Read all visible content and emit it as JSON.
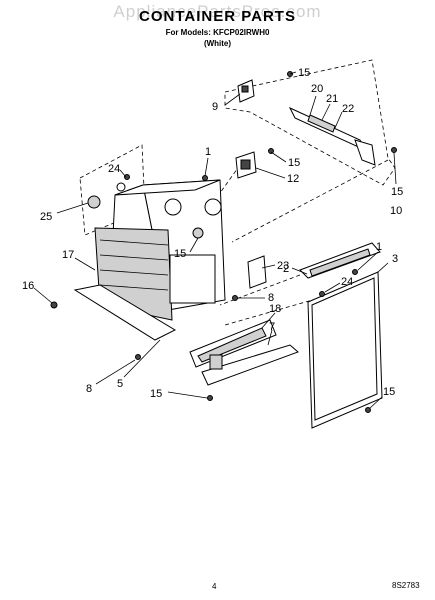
{
  "header": {
    "watermark": "AppliancePartsPros.com",
    "title": "CONTAINER PARTS",
    "models_line": "For Models: KFCP02IRWH0",
    "color_line": "(White)"
  },
  "footer": {
    "page_number": "4",
    "document_code": "8S2783"
  },
  "callouts": [
    "1",
    "1",
    "2",
    "3",
    "5",
    "7",
    "8",
    "8",
    "9",
    "10",
    "12",
    "15",
    "15",
    "15",
    "15",
    "15",
    "15",
    "16",
    "17",
    "18",
    "20",
    "21",
    "22",
    "23",
    "24",
    "24",
    "25"
  ]
}
